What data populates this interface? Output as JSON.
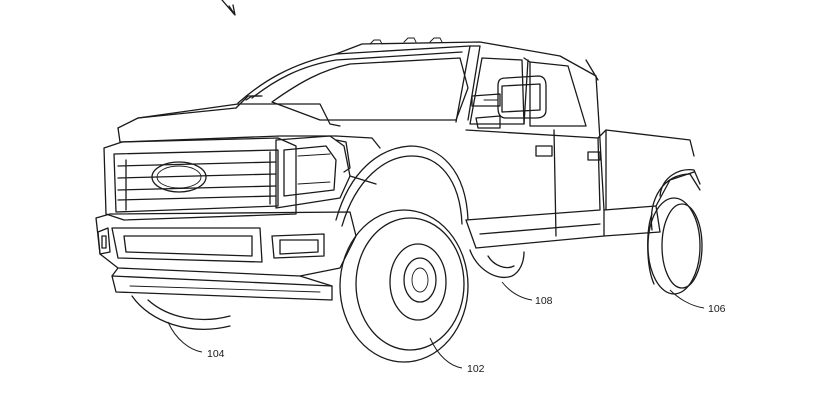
{
  "figure": {
    "labels": [
      {
        "id": "wheel-front-right",
        "text": "102"
      },
      {
        "id": "wheel-front-left",
        "text": "104"
      },
      {
        "id": "wheel-rear-left",
        "text": "106"
      },
      {
        "id": "wheel-rear-right",
        "text": "108"
      }
    ]
  },
  "colors": {
    "line": "#1a1a1a",
    "background": "#ffffff"
  }
}
